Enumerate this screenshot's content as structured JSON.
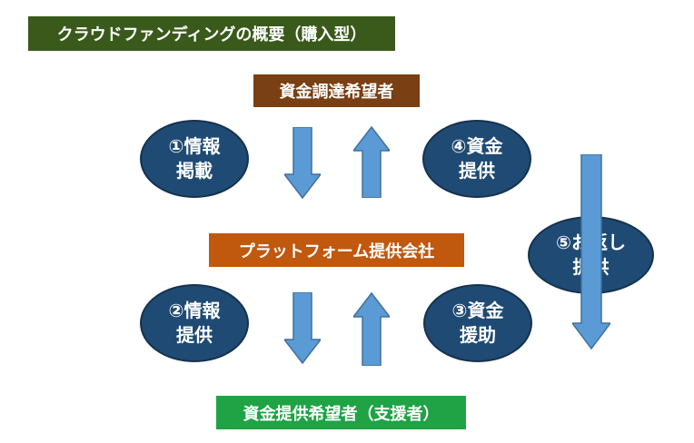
{
  "colors": {
    "title_bg": "#3a5a1c",
    "requester_bg": "#7a3f12",
    "platform_bg": "#c0580e",
    "supporter_bg": "#1fa345",
    "ellipse_bg": "#1f4a73",
    "arrow_fill": "#5b9bd5",
    "arrow_stroke": "#41719c"
  },
  "title": "クラウドファンディングの概要（購入型）",
  "requester": "資金調達希望者",
  "platform": "プラットフォーム提供会社",
  "supporter": "資金提供希望者（支援者）",
  "steps": [
    {
      "line1": "①情報",
      "line2": "掲載"
    },
    {
      "line1": "②情報",
      "line2": "提供"
    },
    {
      "line1": "③資金",
      "line2": "援助"
    },
    {
      "line1": "④資金",
      "line2": "提供"
    },
    {
      "line1": "⑤お返し",
      "line2": "提供"
    }
  ]
}
